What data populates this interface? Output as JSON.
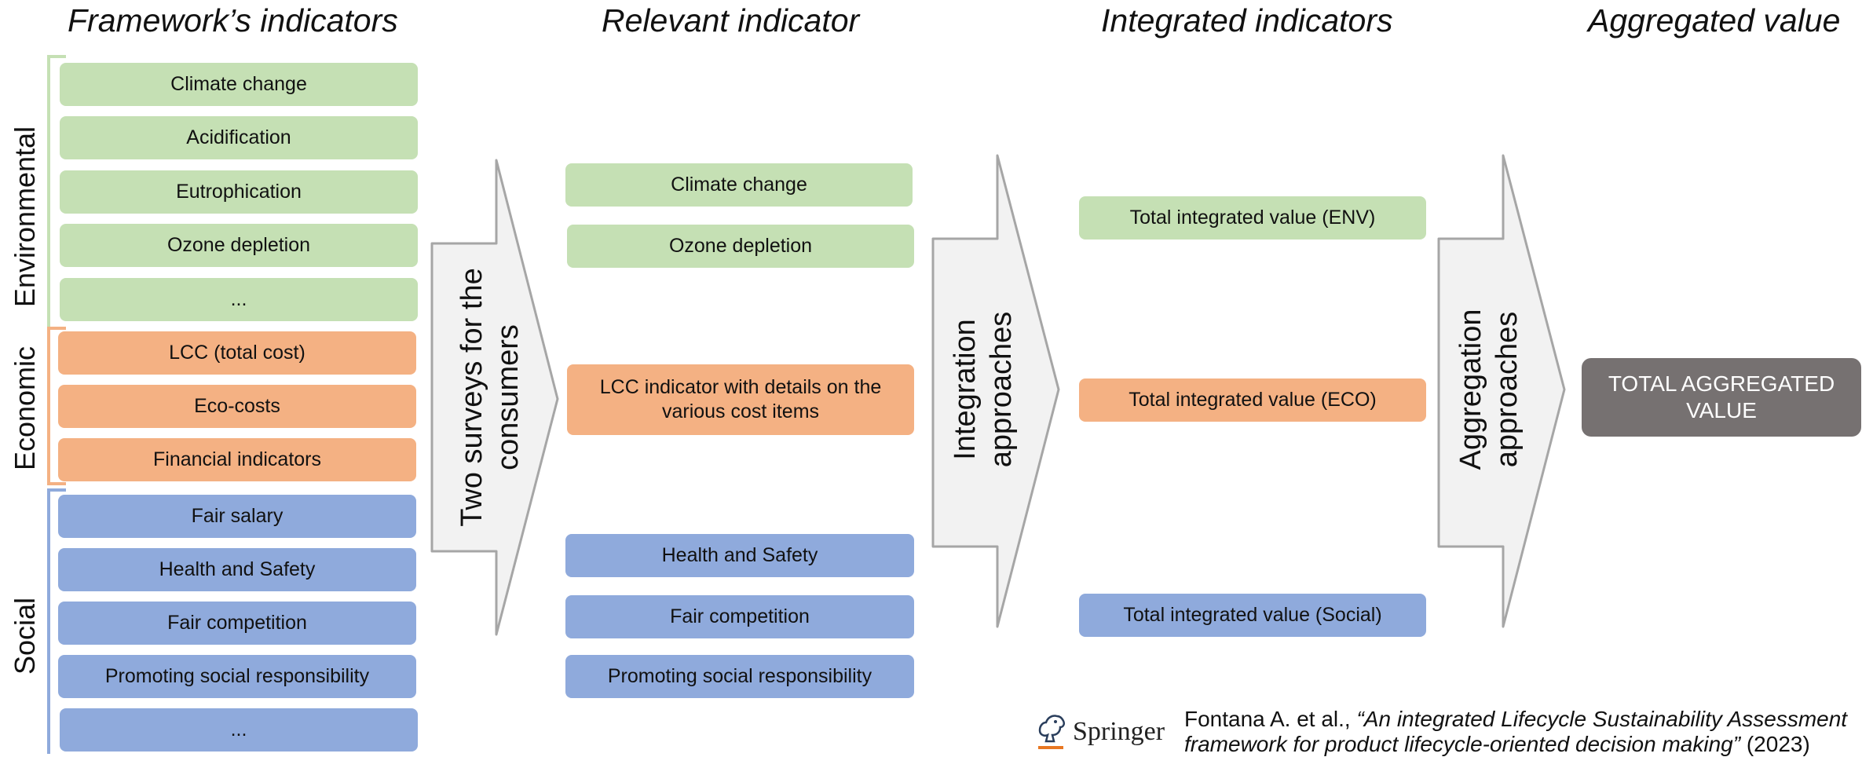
{
  "columns": {
    "framework": "Framework’s indicators",
    "relevant": "Relevant indicator",
    "integrated": "Integrated indicators",
    "aggregated": "Aggregated value"
  },
  "categories": {
    "environmental": "Environmental",
    "economic": "Economic",
    "social": "Social"
  },
  "framework_indicators": {
    "environmental": [
      "Climate change",
      "Acidification",
      "Eutrophication",
      "Ozone depletion",
      "..."
    ],
    "economic": [
      "LCC (total cost)",
      "Eco-costs",
      "Financial indicators"
    ],
    "social": [
      "Fair salary",
      "Health and Safety",
      "Fair competition",
      "Promoting social responsibility",
      "..."
    ]
  },
  "relevant_indicators": {
    "environmental": [
      "Climate change",
      "Ozone depletion"
    ],
    "economic": [
      "LCC indicator with details on the various cost items"
    ],
    "social": [
      "Health and Safety",
      "Fair competition",
      "Promoting social responsibility"
    ]
  },
  "integrated_indicators": {
    "environmental": "Total integrated value (ENV)",
    "economic": "Total integrated value (ECO)",
    "social": "Total integrated value (Social)"
  },
  "aggregated_value": "TOTAL AGGREGATED VALUE",
  "arrows": {
    "surveys": "Two surveys for the consumers",
    "integration": "Integration approaches",
    "aggregation": "Aggregation approaches"
  },
  "colors": {
    "environmental": "#c5e0b4",
    "economic": "#f4b183",
    "social": "#8faadc",
    "aggregated": "#767171",
    "arrow_fill": "#f2f2f2",
    "arrow_stroke": "#a6a6a6"
  },
  "source": {
    "publisher": "Springer",
    "authors": "Fontana A. et al., ",
    "title": "“An integrated Lifecycle Sustainability Assessment framework for product lifecycle-oriented decision making”",
    "year": " (2023)"
  }
}
